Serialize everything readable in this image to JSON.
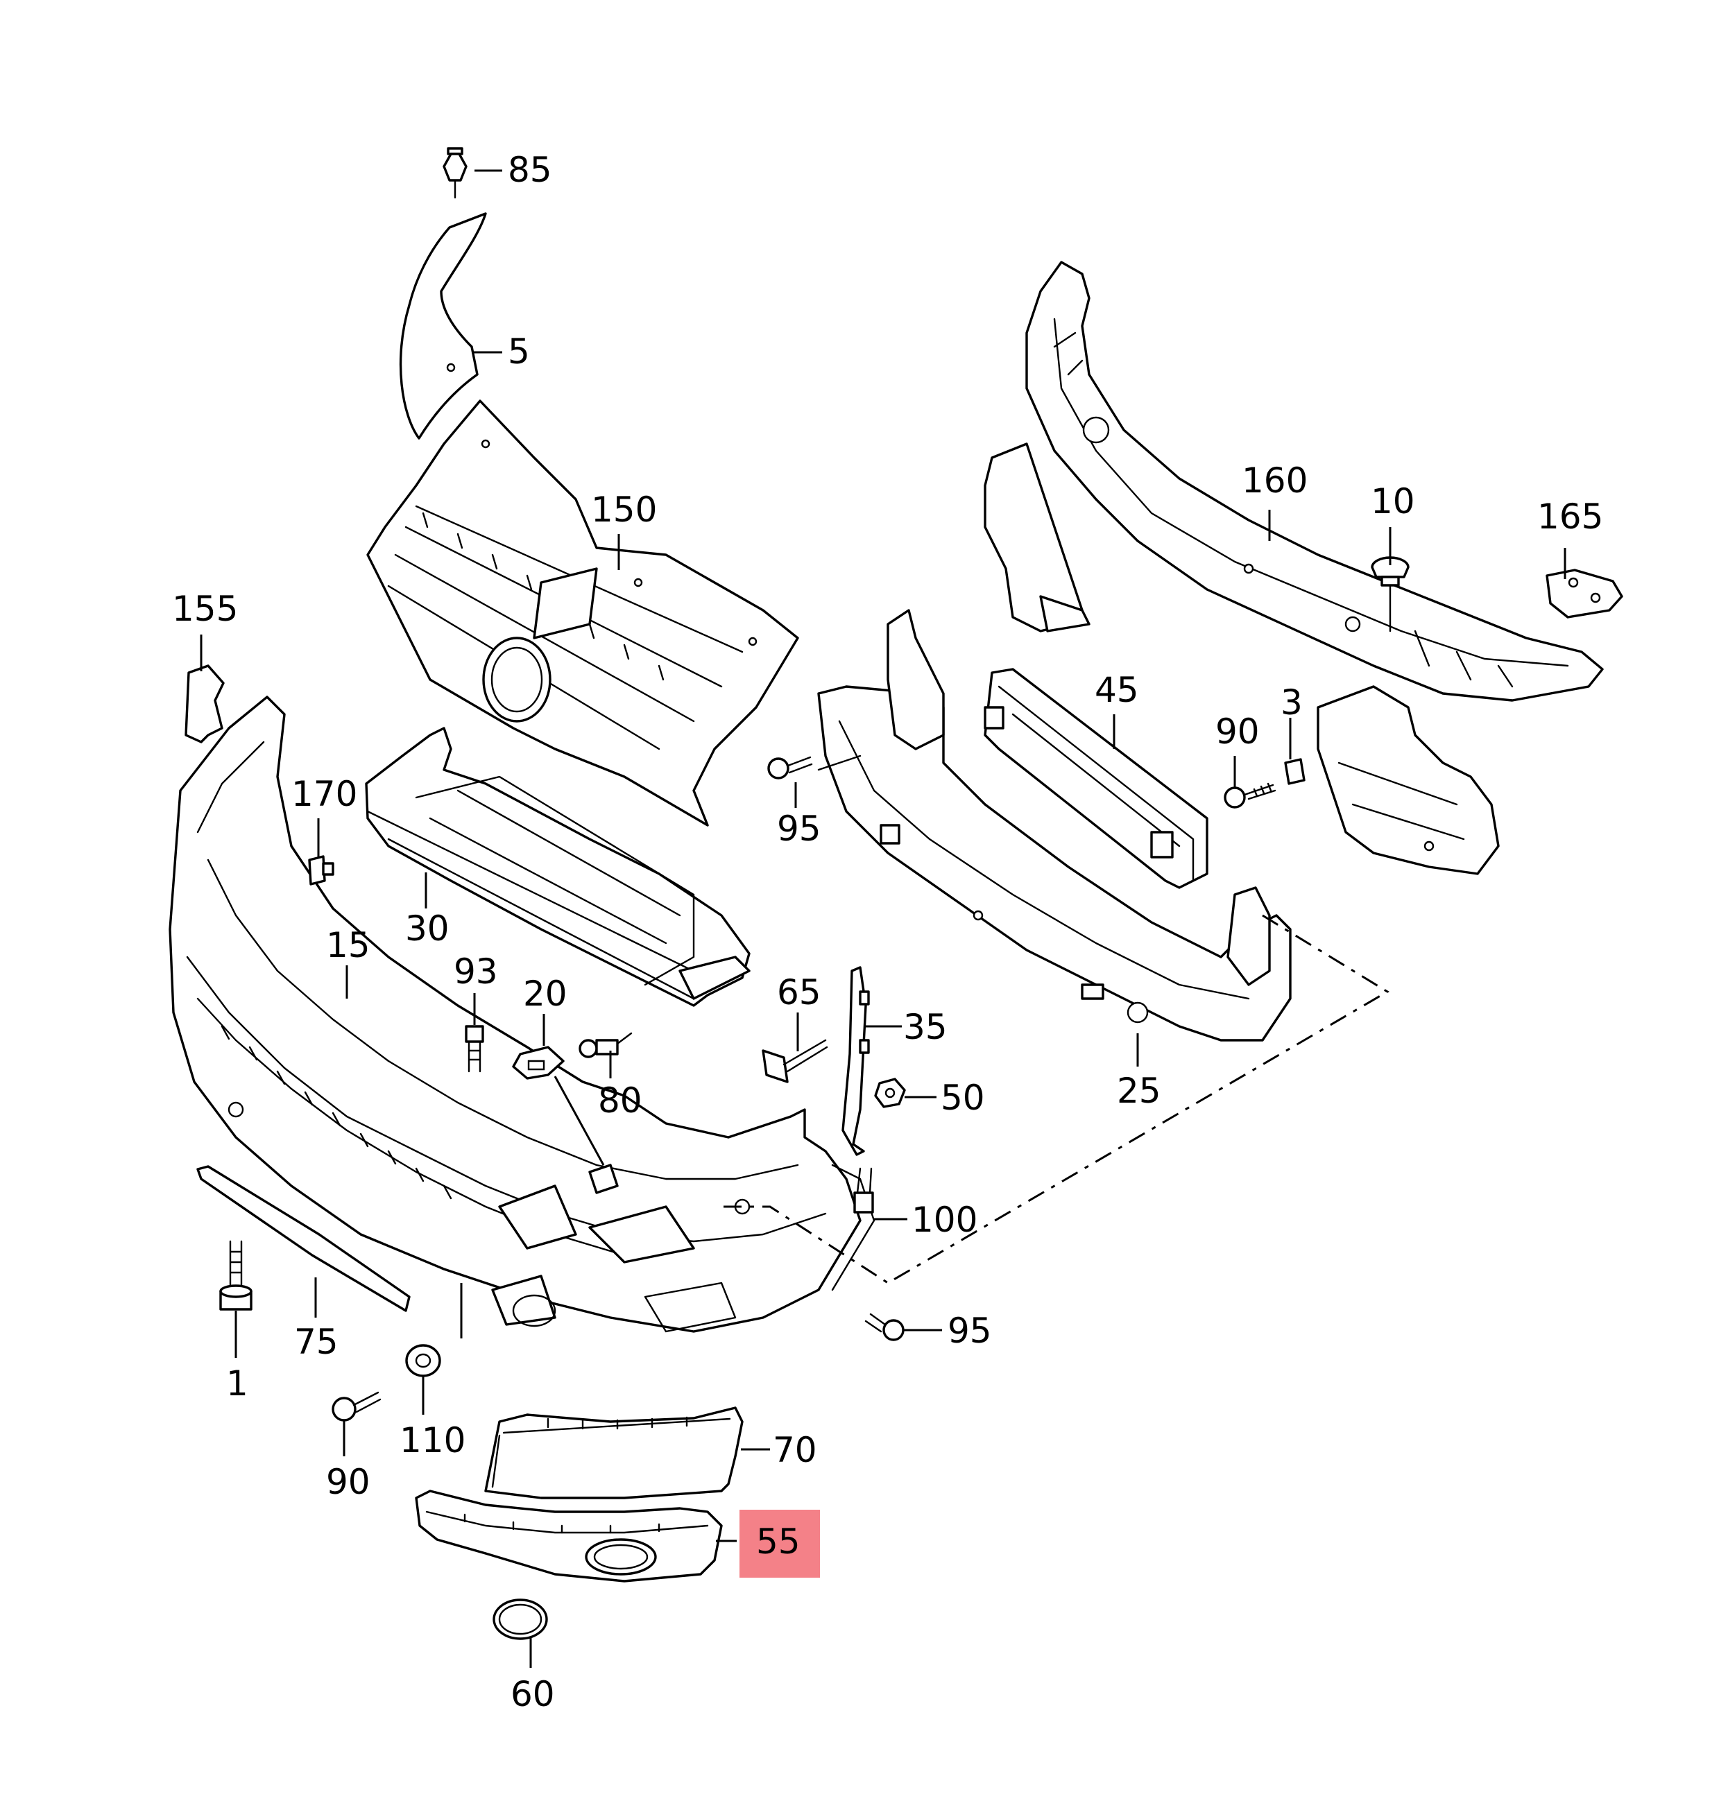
{
  "diagram": {
    "callouts": [
      {
        "id": "c85",
        "label": "85"
      },
      {
        "id": "c5",
        "label": "5"
      },
      {
        "id": "c150",
        "label": "150"
      },
      {
        "id": "c160",
        "label": "160"
      },
      {
        "id": "c10",
        "label": "10"
      },
      {
        "id": "c165",
        "label": "165"
      },
      {
        "id": "c155",
        "label": "155"
      },
      {
        "id": "c170",
        "label": "170"
      },
      {
        "id": "c45",
        "label": "45"
      },
      {
        "id": "c90a",
        "label": "90"
      },
      {
        "id": "c3",
        "label": "3"
      },
      {
        "id": "c95a",
        "label": "95"
      },
      {
        "id": "c30",
        "label": "30"
      },
      {
        "id": "c15",
        "label": "15"
      },
      {
        "id": "c93",
        "label": "93"
      },
      {
        "id": "c20",
        "label": "20"
      },
      {
        "id": "c65",
        "label": "65"
      },
      {
        "id": "c35",
        "label": "35"
      },
      {
        "id": "c80",
        "label": "80"
      },
      {
        "id": "c50",
        "label": "50"
      },
      {
        "id": "c25",
        "label": "25"
      },
      {
        "id": "c100",
        "label": "100"
      },
      {
        "id": "c95b",
        "label": "95"
      },
      {
        "id": "c75",
        "label": "75"
      },
      {
        "id": "c1",
        "label": "1"
      },
      {
        "id": "c110",
        "label": "110"
      },
      {
        "id": "c90b",
        "label": "90"
      },
      {
        "id": "c70",
        "label": "70"
      },
      {
        "id": "c55",
        "label": "55"
      },
      {
        "id": "c60",
        "label": "60"
      }
    ],
    "highlighted_part": "55",
    "highlight_color": "#f26b73"
  }
}
